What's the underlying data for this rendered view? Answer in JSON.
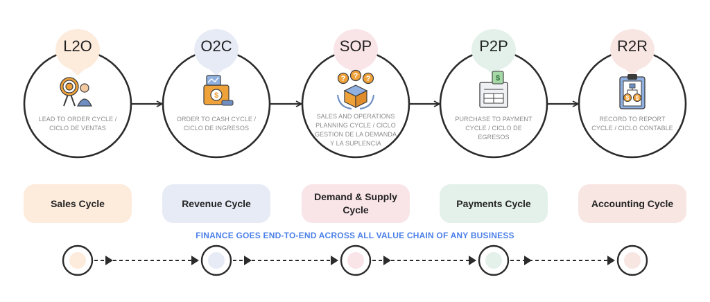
{
  "colors": {
    "ring": "#2b2b2b",
    "banner": "#4a7fe8",
    "tints": [
      "#fdebdc",
      "#e6ebf6",
      "#f9e4e7",
      "#e3f1ea",
      "#f8e6e3"
    ],
    "icon_orange": "#f0a23a",
    "icon_blue": "#6f8fc3",
    "icon_dark": "#3b3b3b"
  },
  "nodes": [
    {
      "code": "L2O",
      "description": "LEAD TO ORDER CYCLE / CICLO DE VENTAS",
      "icon": "target-icon"
    },
    {
      "code": "O2C",
      "description": "ORDER TO CASH CYCLE / CICLO DE INGRESOS",
      "icon": "cash-register-icon"
    },
    {
      "code": "SOP",
      "description": "SALES AND OPERATIONS PLANNING CYCLE / CICLO GESTION DE LA DEMANDA Y LA SUPLENCIA",
      "icon": "question-box-icon"
    },
    {
      "code": "P2P",
      "description": "PURCHASE TO PAYMENT CYCLE / CICLO DE EGRESOS",
      "icon": "invoice-icon"
    },
    {
      "code": "R2R",
      "description": "RECORD TO REPORT CYCLE / CICLO CONTABLE",
      "icon": "clipboard-report-icon"
    }
  ],
  "cycles": [
    {
      "label": "Sales Cycle"
    },
    {
      "label": "Revenue Cycle"
    },
    {
      "label": "Demand & Supply Cycle"
    },
    {
      "label": "Payments Cycle"
    },
    {
      "label": "Accounting Cycle"
    }
  ],
  "banner": "FINANCE GOES END-TO-END ACROSS ALL VALUE CHAIN OF ANY BUSINESS"
}
